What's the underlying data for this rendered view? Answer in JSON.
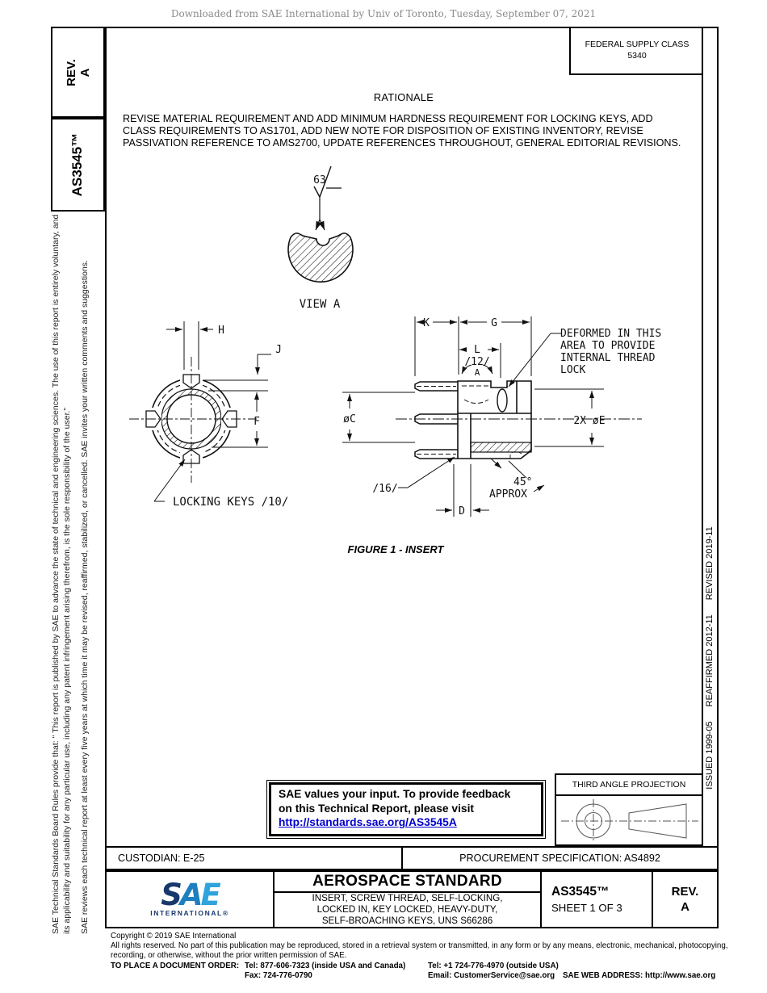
{
  "header": {
    "download_note": "Downloaded from SAE International by Univ of Toronto, Tuesday, September 07, 2021",
    "fsc_label": "FEDERAL SUPPLY CLASS",
    "fsc_value": "5340"
  },
  "left_sidebar": {
    "rev_label": "REV.",
    "rev_value": "A",
    "doc_number": "AS3545™",
    "disclaimer_p1": "SAE Technical Standards Board Rules provide that: \" This report is published by SAE to advance the state of technical and engineering sciences. The use of this report is entirely voluntary, and its applicability and suitability for any particular use, including any patent infringement arising therefrom, is the sole responsibility of the user.\"",
    "disclaimer_p2": "SAE reviews each technical report at least every five years at which time it may be revised, reaffirmed, stabilized, or cancelled. SAE invites your written comments and suggestions."
  },
  "right_sidebar": {
    "issued": "ISSUED 1999-05",
    "reaffirmed": "REAFFIRMED 2012-11",
    "revised": "REVISED 2019-11"
  },
  "rationale": {
    "title": "RATIONALE",
    "lines": [
      "REVISE MATERIAL REQUIREMENT AND ADD MINIMUM HARDNESS REQUIREMENT FOR LOCKING KEYS, ADD",
      "CLASS REQUIREMENTS TO AS1701, ADD NEW NOTE FOR DISPOSITION OF EXISTING INVENTORY, REVISE",
      "PASSIVATION REFERENCE TO AMS2700, UPDATE REFERENCES THROUGHOUT, GENERAL EDITORIAL REVISIONS."
    ]
  },
  "figure": {
    "caption": "FIGURE 1 - INSERT",
    "surface_finish": "63",
    "view_a_label": "VIEW A",
    "locking_keys_note": "LOCKING KEYS /10/",
    "flag_12": "/12/",
    "flag_16": "/16/",
    "angle_value": "45°",
    "angle_word": "APPROX",
    "deformed_lines": [
      "DEFORMED IN THIS",
      "AREA TO PROVIDE",
      "INTERNAL THREAD",
      "LOCK"
    ],
    "dims": {
      "h": "H",
      "j": "J",
      "f": "F",
      "k": "K",
      "g": "G",
      "l": "L",
      "d": "D",
      "view_dir": "A",
      "dia_c": "øC",
      "dia_e": "2X øE"
    }
  },
  "feedback": {
    "line1": "SAE values your input. To provide feedback",
    "line2": "on this Technical Report, please visit",
    "link": "http://standards.sae.org/AS3545A"
  },
  "projection": {
    "title": "THIRD ANGLE PROJECTION"
  },
  "info_row": {
    "custodian": "CUSTODIAN: E-25",
    "procurement": "PROCUREMENT SPECIFICATION: AS4892"
  },
  "title_block": {
    "logo_s": "S",
    "logo_a": "A",
    "logo_e": "E",
    "logo_sub": "INTERNATIONAL®",
    "standard_type": "AEROSPACE STANDARD",
    "subtitle_lines": [
      "INSERT, SCREW THREAD, SELF-LOCKING,",
      "LOCKED IN, KEY LOCKED, HEAVY-DUTY,",
      "SELF-BROACHING KEYS, UNS S66286"
    ],
    "doc_number": "AS3545™",
    "sheet": "SHEET 1 OF 3",
    "rev_label": "REV.",
    "rev_value": "A"
  },
  "footer": {
    "copyright": "Copyright © 2019 SAE International",
    "rights_line1": "All rights reserved. No part of this publication may be reproduced, stored in a retrieval system or transmitted, in any form or by any means, electronic, mechanical, photocopying,",
    "rights_line2": "recording, or otherwise, without the prior written permission of SAE.",
    "order_label": "TO PLACE A DOCUMENT ORDER:",
    "tel_inside": "Tel: 877-606-7323 (inside USA and Canada)",
    "tel_outside": "Tel: +1 724-776-4970 (outside USA)",
    "fax": "Fax: 724-776-0790",
    "email": "Email: CustomerService@sae.org",
    "web": "SAE WEB ADDRESS: http://www.sae.org"
  },
  "colors": {
    "link": "#0000cc",
    "logo_dark": "#17386b",
    "logo_mid": "#1d7fc0",
    "logo_light": "#2fa3dc"
  }
}
